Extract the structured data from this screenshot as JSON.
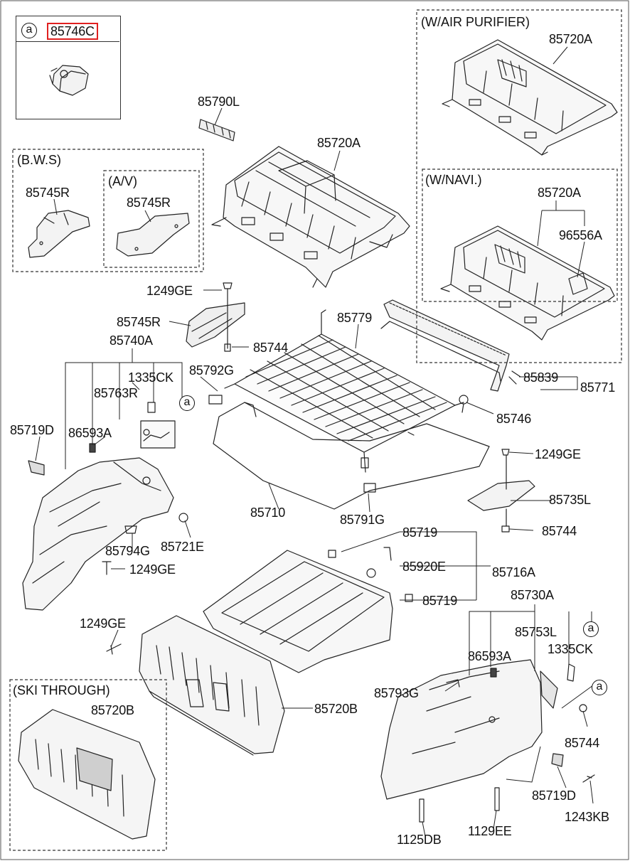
{
  "callout": {
    "marker": "a",
    "part": "85746C"
  },
  "sections": {
    "bws": "(B.W.S)",
    "av": "(A/V)",
    "air_purifier": "(W/AIR PURIFIER)",
    "navi": "(W/NAVI.)",
    "ski_through": "(SKI THROUGH)"
  },
  "markers": {
    "a": "a"
  },
  "labels": {
    "p85790L": "85790L",
    "p85720A_main": "85720A",
    "p85720A_air": "85720A",
    "p85720A_navi": "85720A",
    "p96556A": "96556A",
    "p85745R_bws": "85745R",
    "p85745R_av": "85745R",
    "p1249GE_a": "1249GE",
    "p85745R_c": "85745R",
    "p85740A": "85740A",
    "p85744_a": "85744",
    "p1335CK_a": "1335CK",
    "p85763R": "85763R",
    "p85792G": "85792G",
    "p85779": "85779",
    "p85839": "85839",
    "p85771": "85771",
    "p85746": "85746",
    "p85719D_a": "85719D",
    "p86593A_a": "86593A",
    "p1249GE_b": "1249GE",
    "p85735L": "85735L",
    "p85744_b": "85744",
    "p85710": "85710",
    "p85791G": "85791G",
    "p85794G": "85794G",
    "p85721E": "85721E",
    "p1249GE_c": "1249GE",
    "p85719_a": "85719",
    "p85920E": "85920E",
    "p85716A": "85716A",
    "p85719_b": "85719",
    "p85730A": "85730A",
    "p1249GE_d": "1249GE",
    "p85753L": "85753L",
    "p86593A_b": "86593A",
    "p1335CK_b": "1335CK",
    "p85793G": "85793G",
    "p85720B_a": "85720B",
    "p85720B_b": "85720B",
    "p85744_c": "85744",
    "p85719D_b": "85719D",
    "p1243KB": "1243KB",
    "p1125DB": "1125DB",
    "p1129EE": "1129EE"
  }
}
